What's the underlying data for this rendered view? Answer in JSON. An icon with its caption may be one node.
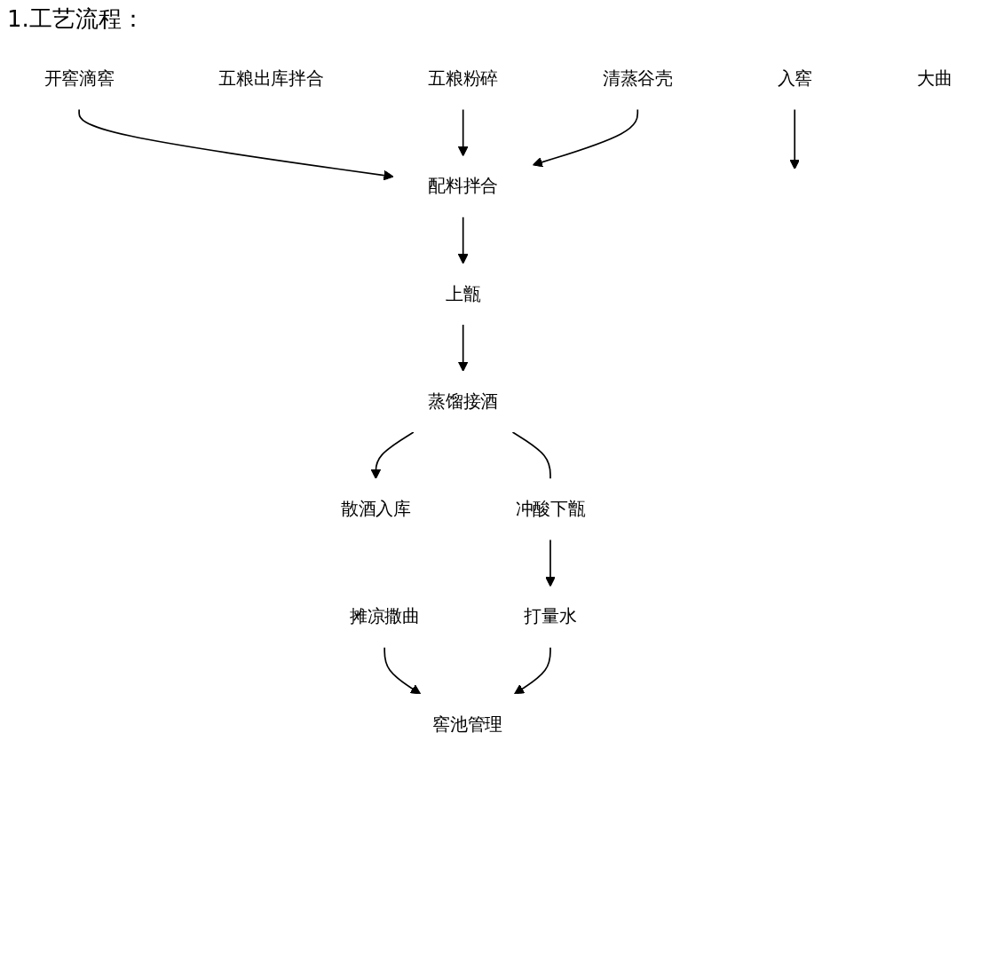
{
  "diagram": {
    "title": "1.工艺流程：",
    "nodes": [
      {
        "text": [
          "开窖滴窖"
        ]
      },
      {
        "text": [
          "五粮出库拌合"
        ]
      },
      {
        "text": [
          "窖池管理"
        ]
      },
      {
        "text": [
          "五粮粉碎"
        ]
      },
      {
        "text": [
          "入窖"
        ]
      },
      {
        "text": [
          "配料拌合"
        ]
      },
      {
        "text": [
          "清蒸谷壳"
        ]
      },
      {
        "text": [
          "上甑"
        ]
      },
      {
        "text": [
          "大曲"
        ]
      },
      {
        "text": [
          "摊凉撒曲"
        ]
      },
      {
        "text": [
          "蒸馏接酒"
        ]
      },
      {
        "text": [
          "打量水"
        ]
      },
      {
        "text": [
          "散酒入库"
        ]
      },
      {
        "text": [
          "冲酸下甑"
        ]
      }
    ],
    "edges": [
      {
        "from": 0,
        "to": 5,
        "arrow": "to"
      },
      {
        "from": 3,
        "to": 5,
        "arrow": "to"
      },
      {
        "from": 6,
        "to": 5,
        "arrow": "to"
      },
      {
        "from": 4,
        "to": null,
        "arrow": "to"
      },
      {
        "from": 5,
        "to": 7,
        "arrow": "to"
      },
      {
        "from": 7,
        "to": 10,
        "arrow": "to"
      },
      {
        "from": 9,
        "to": 2,
        "arrow": "to"
      },
      {
        "from": 10,
        "to": 12,
        "arrow": "to"
      },
      {
        "from": 10,
        "to": 13,
        "arrow": "none"
      },
      {
        "from": 13,
        "to": 11,
        "arrow": "to"
      },
      {
        "from": 11,
        "to": 2,
        "arrow": "to"
      }
    ]
  }
}
